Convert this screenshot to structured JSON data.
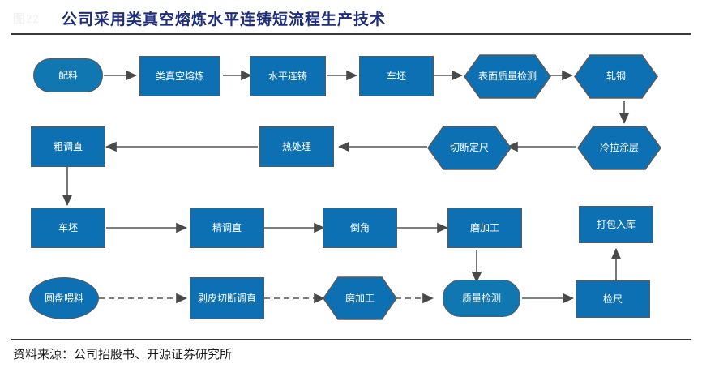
{
  "header": {
    "watermark": "图22",
    "title": "公司采用类真空熔炼水平连铸短流程生产技术"
  },
  "footer": {
    "source": "资料来源：公司招股书、开源证券研究所"
  },
  "colors": {
    "node_fill": "#0d70b2",
    "node_fill_alt": "#1077b0",
    "node_border": "#5a5a5a",
    "edge": "#555555",
    "title": "#1f2e7a",
    "rule": "#3a3a3a",
    "label": "#ffffff"
  },
  "chart_data": {
    "type": "diagram",
    "title": "公司采用类真空熔炼水平连铸短流程生产技术",
    "nodes": [
      {
        "id": "n1",
        "label": "配料",
        "shape": "stadium",
        "row": 1,
        "col": 1
      },
      {
        "id": "n2",
        "label": "类真空熔炼",
        "shape": "rect",
        "row": 1,
        "col": 2
      },
      {
        "id": "n3",
        "label": "水平连铸",
        "shape": "rect",
        "row": 1,
        "col": 3
      },
      {
        "id": "n4",
        "label": "车坯",
        "shape": "rect",
        "row": 1,
        "col": 4
      },
      {
        "id": "n5",
        "label": "表面质量检测",
        "shape": "hexagon",
        "row": 1,
        "col": 5
      },
      {
        "id": "n6",
        "label": "轧钢",
        "shape": "hexagon",
        "row": 1,
        "col": 6
      },
      {
        "id": "n7",
        "label": "冷拉涂层",
        "shape": "hexagon",
        "row": 2,
        "col": 6
      },
      {
        "id": "n8",
        "label": "切断定尺",
        "shape": "hexagon",
        "row": 2,
        "col": 5
      },
      {
        "id": "n9",
        "label": "热处理",
        "shape": "rect",
        "row": 2,
        "col": 3
      },
      {
        "id": "n10",
        "label": "粗调直",
        "shape": "rect",
        "row": 2,
        "col": 1
      },
      {
        "id": "n11",
        "label": "车坯",
        "shape": "rect",
        "row": 3,
        "col": 1
      },
      {
        "id": "n12",
        "label": "精调直",
        "shape": "rect",
        "row": 3,
        "col": 2
      },
      {
        "id": "n13",
        "label": "倒角",
        "shape": "rect",
        "row": 3,
        "col": 3
      },
      {
        "id": "n14",
        "label": "磨加工",
        "shape": "rect",
        "row": 3,
        "col": 4
      },
      {
        "id": "n15",
        "label": "打包入库",
        "shape": "rect",
        "row": 3,
        "col": 6
      },
      {
        "id": "n16",
        "label": "圆盘喂料",
        "shape": "ellipse",
        "row": 4,
        "col": 1
      },
      {
        "id": "n17",
        "label": "剥皮切断调直",
        "shape": "rect",
        "row": 4,
        "col": 2
      },
      {
        "id": "n18",
        "label": "磨加工",
        "shape": "hexagon",
        "row": 4,
        "col": 3
      },
      {
        "id": "n19",
        "label": "质量检测",
        "shape": "stadium",
        "row": 4,
        "col": 4
      },
      {
        "id": "n20",
        "label": "检尺",
        "shape": "rect",
        "row": 4,
        "col": 5
      }
    ],
    "edges": [
      {
        "from": "n1",
        "to": "n2",
        "style": "solid",
        "dir": "right"
      },
      {
        "from": "n2",
        "to": "n3",
        "style": "solid",
        "dir": "right"
      },
      {
        "from": "n3",
        "to": "n4",
        "style": "solid",
        "dir": "right"
      },
      {
        "from": "n4",
        "to": "n5",
        "style": "solid",
        "dir": "right"
      },
      {
        "from": "n5",
        "to": "n6",
        "style": "solid",
        "dir": "right"
      },
      {
        "from": "n6",
        "to": "n7",
        "style": "solid",
        "dir": "down"
      },
      {
        "from": "n7",
        "to": "n8",
        "style": "solid",
        "dir": "left"
      },
      {
        "from": "n8",
        "to": "n9",
        "style": "solid",
        "dir": "left"
      },
      {
        "from": "n9",
        "to": "n10",
        "style": "solid",
        "dir": "left"
      },
      {
        "from": "n10",
        "to": "n11",
        "style": "solid",
        "dir": "down"
      },
      {
        "from": "n11",
        "to": "n12",
        "style": "solid",
        "dir": "right"
      },
      {
        "from": "n12",
        "to": "n13",
        "style": "solid",
        "dir": "right"
      },
      {
        "from": "n13",
        "to": "n14",
        "style": "solid",
        "dir": "right"
      },
      {
        "from": "n14",
        "to": "n19",
        "style": "solid",
        "dir": "down"
      },
      {
        "from": "n16",
        "to": "n17",
        "style": "dashed",
        "dir": "right"
      },
      {
        "from": "n17",
        "to": "n18",
        "style": "dashed",
        "dir": "right"
      },
      {
        "from": "n18",
        "to": "n19",
        "style": "dashed",
        "dir": "right"
      },
      {
        "from": "n19",
        "to": "n20",
        "style": "solid",
        "dir": "right"
      },
      {
        "from": "n20",
        "to": "n15",
        "style": "solid",
        "dir": "up"
      }
    ]
  }
}
